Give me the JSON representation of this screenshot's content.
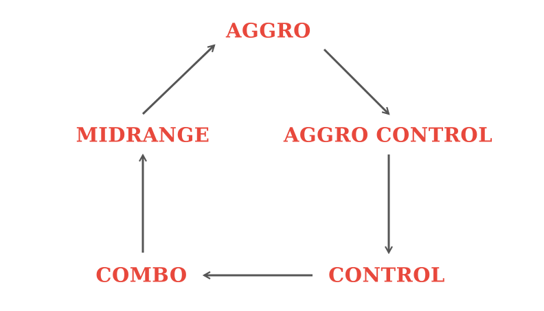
{
  "colors": {
    "label": "#e8483c",
    "arrow": "#555555",
    "background": "#ffffff"
  },
  "nodes": {
    "aggro": "AGGRO",
    "aggro_control": "AGGRO CONTROL",
    "control": "CONTROL",
    "combo": "COMBO",
    "midrange": "MIDRANGE"
  },
  "edges": [
    {
      "from": "aggro",
      "to": "aggro_control"
    },
    {
      "from": "aggro_control",
      "to": "control"
    },
    {
      "from": "control",
      "to": "combo"
    },
    {
      "from": "combo",
      "to": "midrange"
    },
    {
      "from": "midrange",
      "to": "aggro"
    }
  ]
}
